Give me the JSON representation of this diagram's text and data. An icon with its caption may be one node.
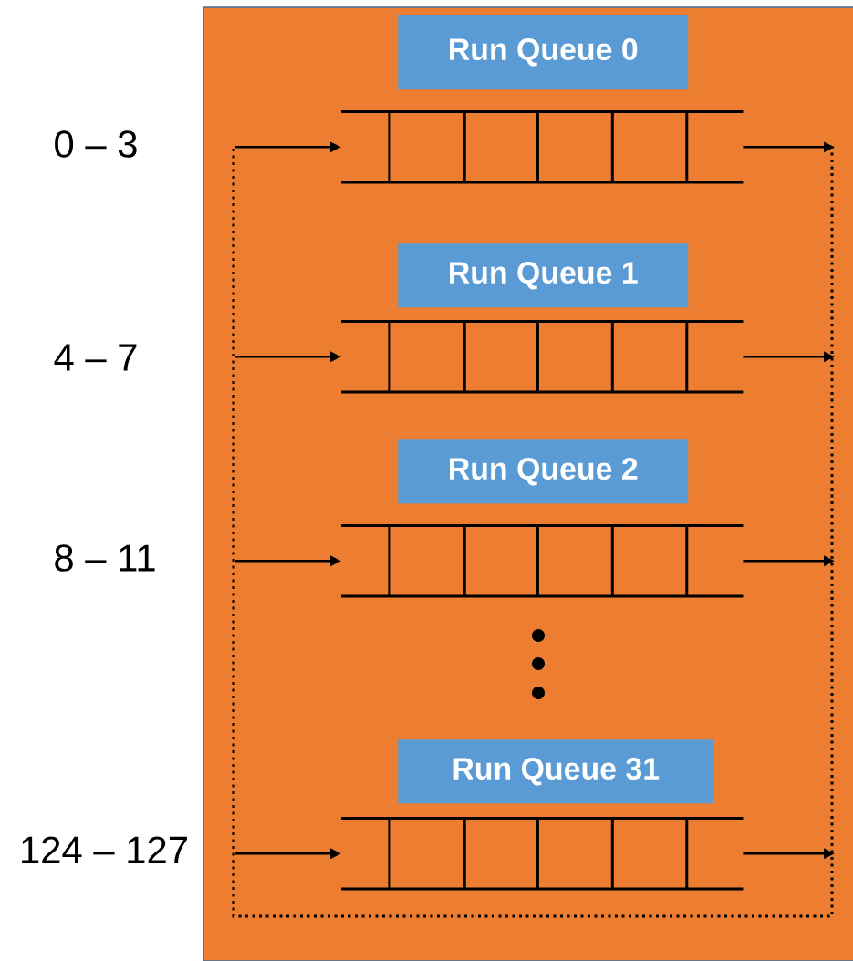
{
  "diagram": {
    "nodes": [
      {
        "text": [],
        "shape": "box"
      },
      {
        "text": [
          "Run Queue 0"
        ],
        "in": 0
      },
      {
        "text": [],
        "shape": "queue",
        "in": 0
      },
      {
        "text": [
          "Run Queue 1"
        ],
        "in": 0
      },
      {
        "text": [],
        "shape": "queue",
        "in": 0
      },
      {
        "text": [
          "Run Queue 2"
        ],
        "in": 0
      },
      {
        "text": [],
        "shape": "queue",
        "in": 0
      },
      {
        "text": [
          "Run Queue 31"
        ],
        "in": 0
      },
      {
        "text": [],
        "shape": "queue",
        "in": 0
      }
    ],
    "edges": [
      {
        "from": null,
        "to": 2,
        "arrow": "to"
      },
      {
        "from": 2,
        "to": null,
        "arrow": "to"
      },
      {
        "from": null,
        "to": 4,
        "arrow": "to"
      },
      {
        "from": 4,
        "to": null,
        "arrow": "to"
      },
      {
        "from": null,
        "to": 6,
        "arrow": "to"
      },
      {
        "from": 6,
        "to": null,
        "arrow": "to"
      },
      {
        "from": null,
        "to": 8,
        "arrow": "to"
      },
      {
        "from": 8,
        "to": null,
        "arrow": "to"
      }
    ],
    "labels": [
      "0 – 3",
      "4 – 7",
      "8 – 11",
      "124 – 127"
    ]
  }
}
